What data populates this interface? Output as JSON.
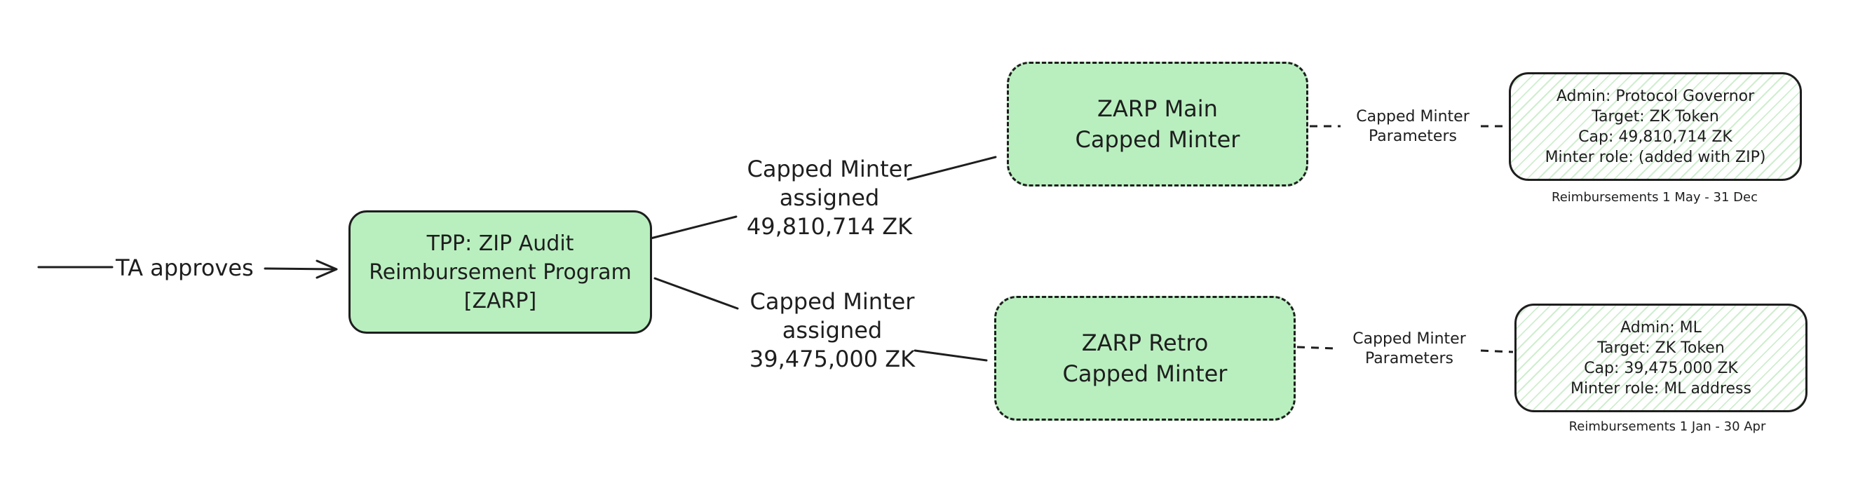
{
  "trigger": {
    "label": "TA approves"
  },
  "program": {
    "lines": [
      "TPP: ZIP Audit",
      "Reimbursement Program",
      "[ZARP]"
    ]
  },
  "main": {
    "assignment": [
      "Capped Minter",
      "assigned",
      "49,810,714 ZK"
    ],
    "minter": [
      "ZARP Main",
      "Capped Minter"
    ],
    "param_link": [
      "Capped Minter",
      "Parameters"
    ],
    "params": [
      "Admin: Protocol Governor",
      "Target: ZK Token",
      "Cap: 49,810,714 ZK",
      "Minter role: (added with ZIP)"
    ],
    "period": "Reimbursements 1 May - 31 Dec"
  },
  "retro": {
    "assignment": [
      "Capped Minter",
      "assigned",
      "39,475,000 ZK"
    ],
    "minter": [
      "ZARP Retro",
      "Capped Minter"
    ],
    "param_link": [
      "Capped Minter",
      "Parameters"
    ],
    "params": [
      "Admin: ML",
      "Target: ZK Token",
      "Cap: 39,475,000 ZK",
      "Minter role: ML address"
    ],
    "period": "Reimbursements 1 Jan - 30 Apr"
  },
  "colors": {
    "node_fill": "#b9efbf",
    "stroke": "#1e1e1e",
    "hatch": "#cfeecf"
  }
}
